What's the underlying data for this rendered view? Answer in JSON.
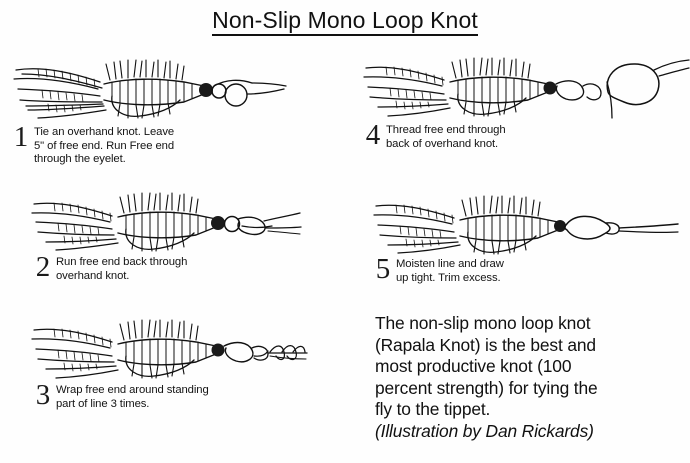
{
  "page": {
    "title": "Non-Slip Mono Loop Knot",
    "background_color": "#fefefe",
    "ink_color": "#111111"
  },
  "steps": [
    {
      "number": "1",
      "text": "Tie an overhand knot. Leave\n5\" of free end. Run Free end\nthrough the eyelet.",
      "illustration": "fly-with-overhand-knot-at-eyelet"
    },
    {
      "number": "2",
      "text": "Run free end back through\noverhand knot.",
      "illustration": "fly-with-line-back-through-knot"
    },
    {
      "number": "3",
      "text": "Wrap free end around standing\npart of line 3 times.",
      "illustration": "fly-with-three-wraps"
    },
    {
      "number": "4",
      "text": "Thread free end through\nback of overhand knot.",
      "illustration": "fly-with-large-open-loop"
    },
    {
      "number": "5",
      "text": "Moisten line and draw\nup tight. Trim excess.",
      "illustration": "fly-with-finished-tight-loop"
    }
  ],
  "description": {
    "body": "The non-slip mono loop knot\n(Rapala Knot) is the best and\nmost productive knot (100\npercent strength) for tying the\nfly to the tippet.",
    "credit": "(Illustration by Dan Rickards)"
  }
}
